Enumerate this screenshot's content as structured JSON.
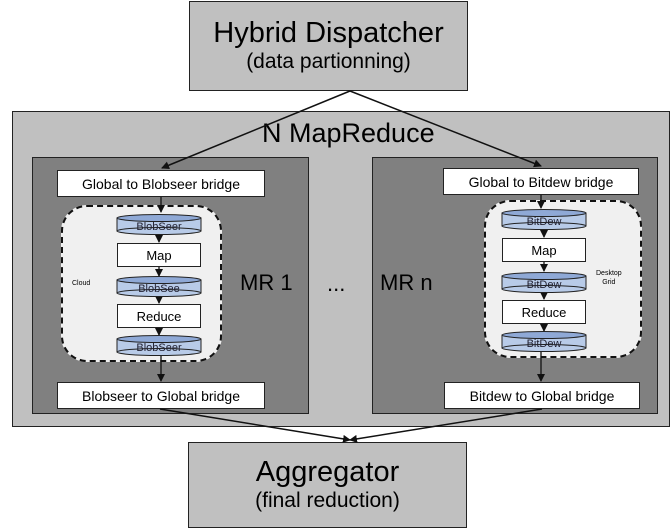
{
  "dispatcher": {
    "title": "Hybrid Dispatcher",
    "subtitle": "(data partionning)"
  },
  "mapreduce": {
    "title": "N MapReduce"
  },
  "mr1": {
    "label": "MR 1",
    "top_bridge": "Global to Blobseer bridge",
    "bottom_bridge": "Blobseer to Global bridge",
    "env_label": "Cloud",
    "storage": [
      "BlobSeer",
      "BlobSee",
      "BlobSeer"
    ],
    "map": "Map",
    "reduce": "Reduce"
  },
  "ellipsis": "...",
  "mrn": {
    "label": "MR n",
    "top_bridge": "Global to Bitdew bridge",
    "bottom_bridge": "Bitdew to Global bridge",
    "env_label_line1": "Desktop",
    "env_label_line2": "Grid",
    "storage": [
      "BitDew",
      "BitDew",
      "BitDew"
    ],
    "map": "Map",
    "reduce": "Reduce"
  },
  "aggregator": {
    "title": "Aggregator",
    "subtitle": "(final reduction)"
  },
  "colors": {
    "box_gray": "#c0c0c0",
    "panel_gray": "#808080",
    "storage_blue": "#b8cbe8",
    "cluster_fill": "#f0f0f0"
  }
}
